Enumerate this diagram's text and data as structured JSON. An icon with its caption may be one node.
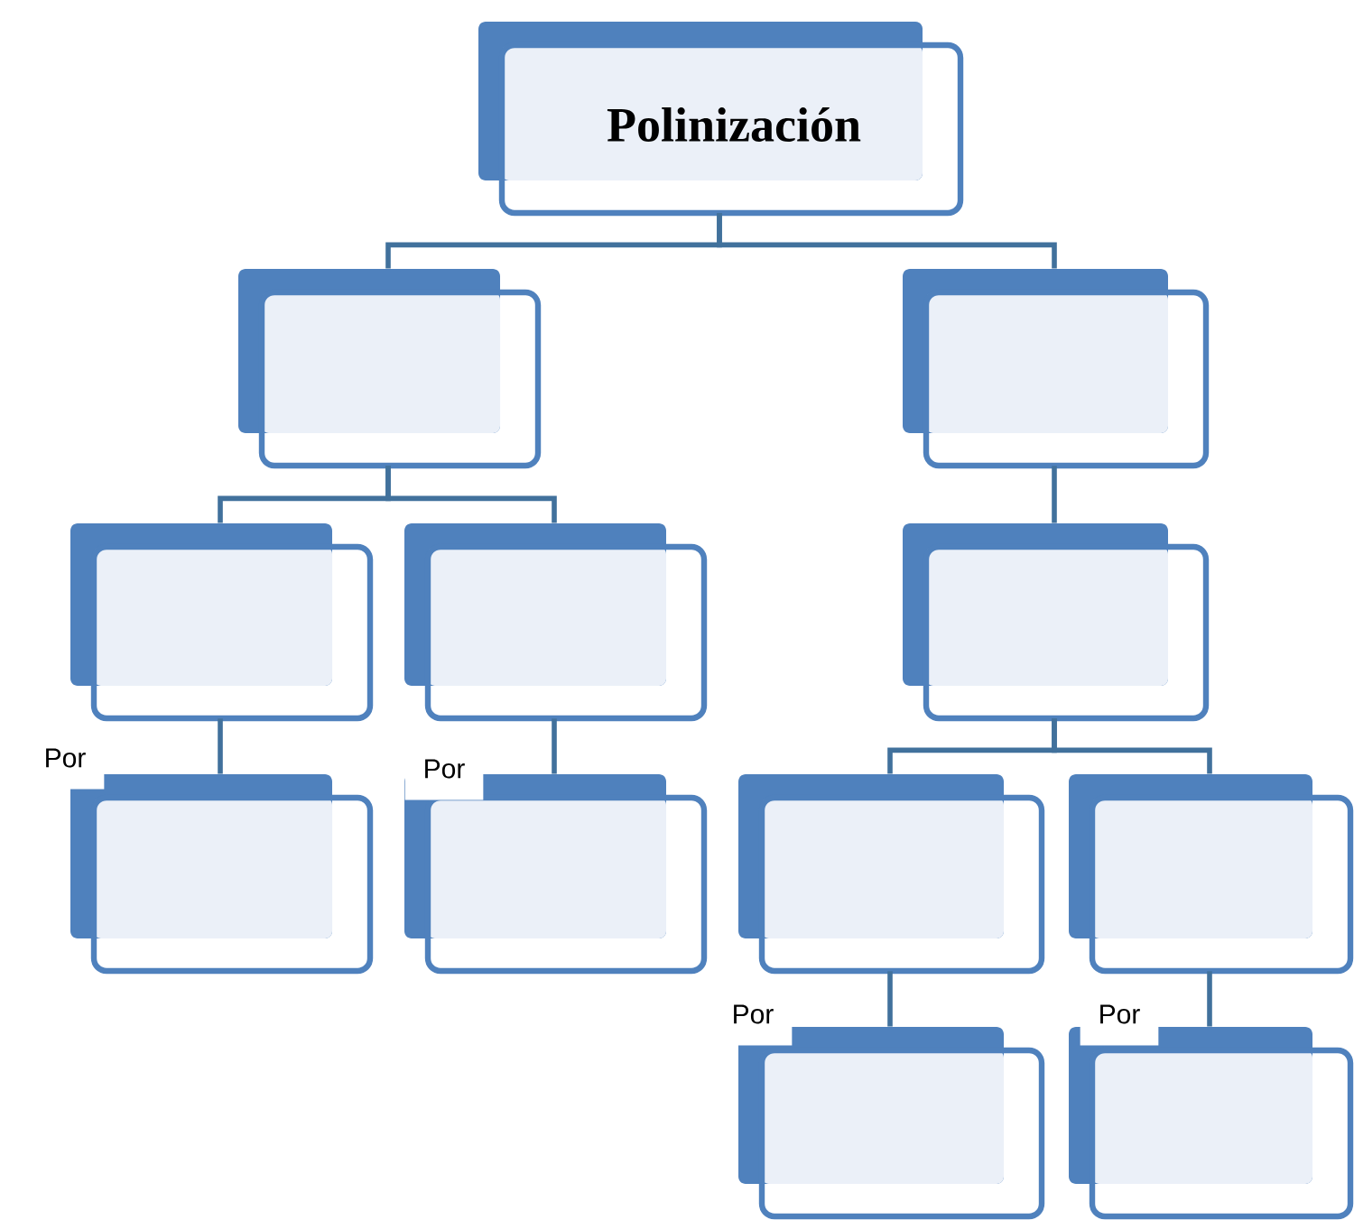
{
  "diagram": {
    "nodes": [
      {
        "text": [
          "Polinización"
        ]
      },
      {
        "text": [],
        "shape": "box"
      },
      {
        "text": [],
        "shape": "box"
      },
      {
        "text": [],
        "shape": "box"
      },
      {
        "text": [],
        "shape": "box"
      },
      {
        "text": [],
        "shape": "box"
      },
      {
        "text": [],
        "shape": "box"
      },
      {
        "text": [],
        "shape": "box"
      },
      {
        "text": [],
        "shape": "box"
      },
      {
        "text": [],
        "shape": "box"
      },
      {
        "text": [],
        "shape": "box"
      },
      {
        "text": [],
        "shape": "box"
      }
    ],
    "edges": [
      {
        "from": 0,
        "to": 1,
        "arrow": "none"
      },
      {
        "from": 0,
        "to": 2,
        "arrow": "none"
      },
      {
        "from": 1,
        "to": 3,
        "arrow": "none"
      },
      {
        "from": 1,
        "to": 4,
        "arrow": "none"
      },
      {
        "from": 2,
        "to": 5,
        "arrow": "none"
      },
      {
        "from": 3,
        "to": 6,
        "arrow": "none",
        "label": "Por"
      },
      {
        "from": 4,
        "to": 7,
        "arrow": "none",
        "label": "Por"
      },
      {
        "from": 5,
        "to": 8,
        "arrow": "none"
      },
      {
        "from": 5,
        "to": 9,
        "arrow": "none"
      },
      {
        "from": 8,
        "to": 10,
        "arrow": "none",
        "label": "Por"
      },
      {
        "from": 9,
        "to": 11,
        "arrow": "none",
        "label": "Por"
      }
    ]
  }
}
